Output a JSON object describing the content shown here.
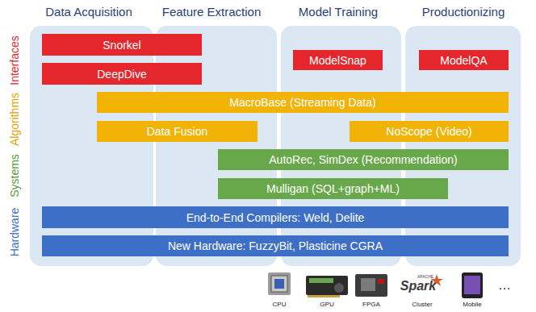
{
  "diagram": {
    "nodes": [
      {
        "text": [
          "Snorkel"
        ]
      },
      {
        "text": [
          "DeepDive"
        ]
      },
      {
        "text": [
          "ModelSnap"
        ]
      },
      {
        "text": [
          "ModelQA"
        ]
      },
      {
        "text": [
          "MacroBase (Streaming Data)"
        ]
      },
      {
        "text": [
          "Data Fusion"
        ]
      },
      {
        "text": [
          "NoScope (Video)"
        ]
      },
      {
        "text": [
          "AutoRec, SimDex (Recommendation)"
        ]
      },
      {
        "text": [
          "Mulligan (SQL+graph+ML)"
        ]
      },
      {
        "text": [
          "End-to-End Compilers: Weld, Delite"
        ]
      },
      {
        "text": [
          "New Hardware: FuzzyBit, Plasticine CGRA"
        ]
      }
    ],
    "labels": [
      "Data Acquisition",
      "Feature Extraction",
      "Model Training",
      "Productionizing",
      "Interfaces",
      "Algorithms",
      "Systems",
      "Hardware",
      "APACHE",
      "Spark",
      "CPU",
      "GPU",
      "FPGA",
      "Cluster",
      "Mobile",
      "…"
    ]
  }
}
